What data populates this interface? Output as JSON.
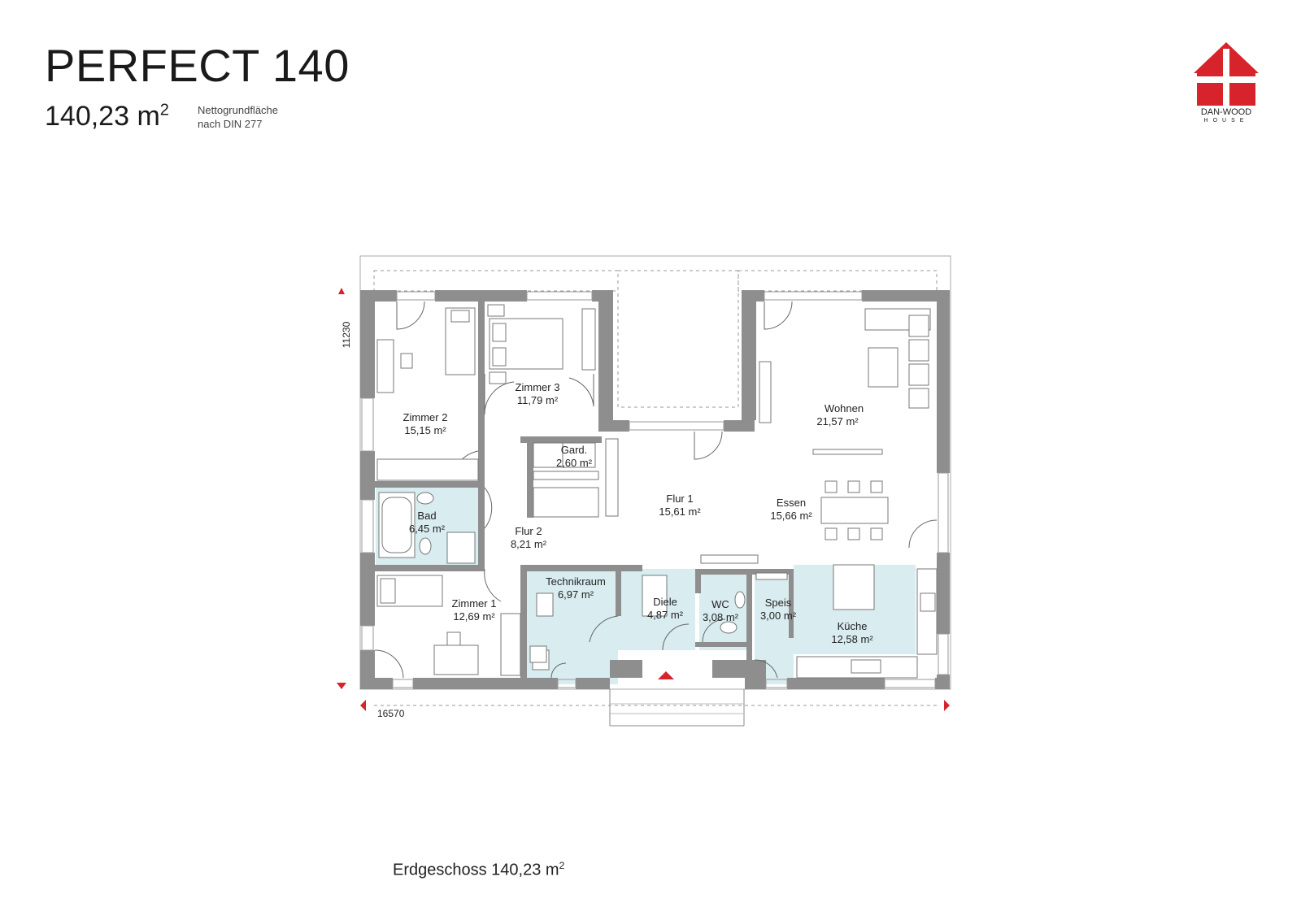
{
  "header": {
    "title": "PERFECT 140",
    "area": "140,23 m",
    "area_unit_sup": "2",
    "note_line1": "Nettogrundfläche",
    "note_line2": "nach DIN 277"
  },
  "logo": {
    "brand": "DAN-WOOD",
    "sub": "HOUSE",
    "color": "#d7242c"
  },
  "dimensions": {
    "depth": "11230",
    "width": "16570"
  },
  "rooms": [
    {
      "key": "zimmer2",
      "name": "Zimmer 2",
      "area": "15,15 m²"
    },
    {
      "key": "zimmer3",
      "name": "Zimmer 3",
      "area": "11,79 m²"
    },
    {
      "key": "gard",
      "name": "Gard.",
      "area": "2,60 m²"
    },
    {
      "key": "bad",
      "name": "Bad",
      "area": "6,45 m²"
    },
    {
      "key": "flur2",
      "name": "Flur 2",
      "area": "8,21 m²"
    },
    {
      "key": "flur1",
      "name": "Flur 1",
      "area": "15,61 m²"
    },
    {
      "key": "wohnen",
      "name": "Wohnen",
      "area": "21,57 m²"
    },
    {
      "key": "essen",
      "name": "Essen",
      "area": "15,66 m²"
    },
    {
      "key": "zimmer1",
      "name": "Zimmer 1",
      "area": "12,69 m²"
    },
    {
      "key": "technik",
      "name": "Technikraum",
      "area": "6,97 m²"
    },
    {
      "key": "diele",
      "name": "Diele",
      "area": "4,87 m²"
    },
    {
      "key": "wc",
      "name": "WC",
      "area": "3,08 m²"
    },
    {
      "key": "speis",
      "name": "Speis",
      "area": "3,00 m²"
    },
    {
      "key": "kueche",
      "name": "Küche",
      "area": "12,58 m²"
    }
  ],
  "caption": {
    "text": "Erdgeschoss 140,23 m",
    "sup": "2"
  },
  "colors": {
    "wall": "#8e8e8e",
    "wet_area": "#d9ecef",
    "accent": "#d7242c"
  }
}
